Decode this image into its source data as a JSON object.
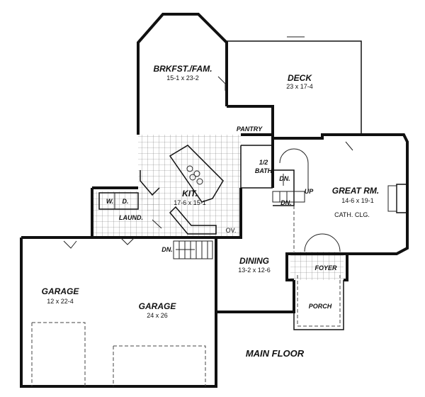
{
  "rooms": {
    "brkfst": {
      "name": "BRKFST./FAM.",
      "dims": "15-1 x 23-2"
    },
    "deck": {
      "name": "DECK",
      "dims": "23 x 17-4"
    },
    "pantry": {
      "name": "PANTRY"
    },
    "bath": {
      "name": "1/2",
      "sub": "BATH"
    },
    "great": {
      "name": "GREAT RM.",
      "dims": "14-6 x 19-1",
      "note": "CATH. CLG."
    },
    "kit": {
      "name": "KIT.",
      "dims": "17-6 x 15-1"
    },
    "wd": {
      "w": "W.",
      "d": "D."
    },
    "laund": {
      "name": "LAUND."
    },
    "ov": {
      "name": "OV."
    },
    "dining": {
      "name": "DINING",
      "dims": "13-2 x 12-6"
    },
    "foyer": {
      "name": "FOYER"
    },
    "porch": {
      "name": "PORCH"
    },
    "garage_left": {
      "name": "GARAGE",
      "dims": "12 x 22-4"
    },
    "garage_main": {
      "name": "GARAGE",
      "dims": "24 x 26"
    }
  },
  "stairs": {
    "up": "UP",
    "dn1": "DN.",
    "dn2": "DN.",
    "dn3": "DN."
  },
  "floor_title": "MAIN FLOOR"
}
